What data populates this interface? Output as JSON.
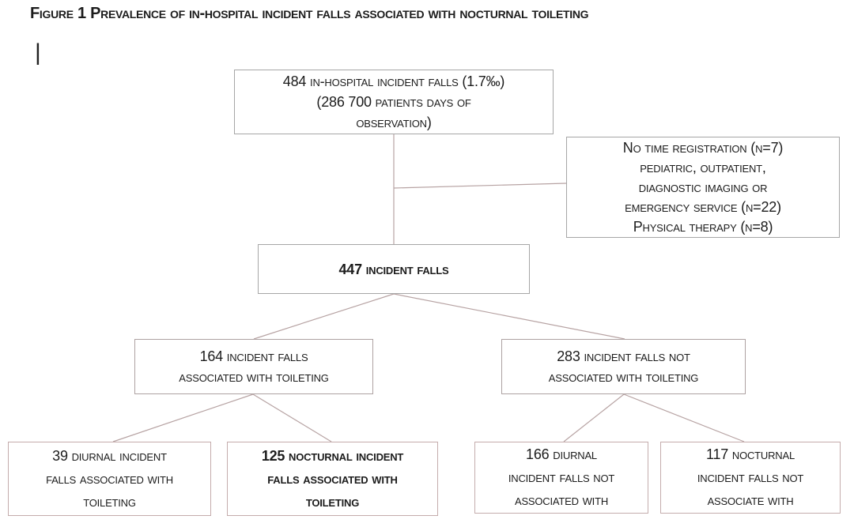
{
  "figure": {
    "title": "Figure 1 Prevalence of in-hospital incident falls associated with nocturnal toileting",
    "cursor_mark": "|"
  },
  "colors": {
    "background": "#ffffff",
    "text": "#1c1c1c",
    "box_border_gray": "#a6a6a6",
    "box_border_mid": "#ada1a1",
    "box_border_pink": "#c4acac",
    "connector": "#b7a3a3"
  },
  "nodes": {
    "total_falls": {
      "text": "484 in-hospital incident falls (1.7‰)\n(286 700 patients days of\nobservation)"
    },
    "excluded": {
      "text": "No time registration (n=7)\npediatric, outpatient,\ndiagnostic imaging or\nemergency service (n=22)\nPhysical therapy (n=8)"
    },
    "included_falls": {
      "text": "447 incident falls"
    },
    "falls_toileting": {
      "text": "164 incident falls\nassociated with toileting"
    },
    "falls_not_toileting": {
      "text": "283 incident falls not\nassociated with toileting"
    },
    "diurnal_toileting": {
      "text": "39 diurnal incident\nfalls associated with\ntoileting"
    },
    "nocturnal_toileting": {
      "text": "125 nocturnal incident\nfalls associated with\ntoileting"
    },
    "diurnal_not_toileting": {
      "text": "166 diurnal\nincident falls not\nassociated with"
    },
    "nocturnal_not_toileting": {
      "text": "117 nocturnal\nincident falls not\nassociate with"
    }
  }
}
